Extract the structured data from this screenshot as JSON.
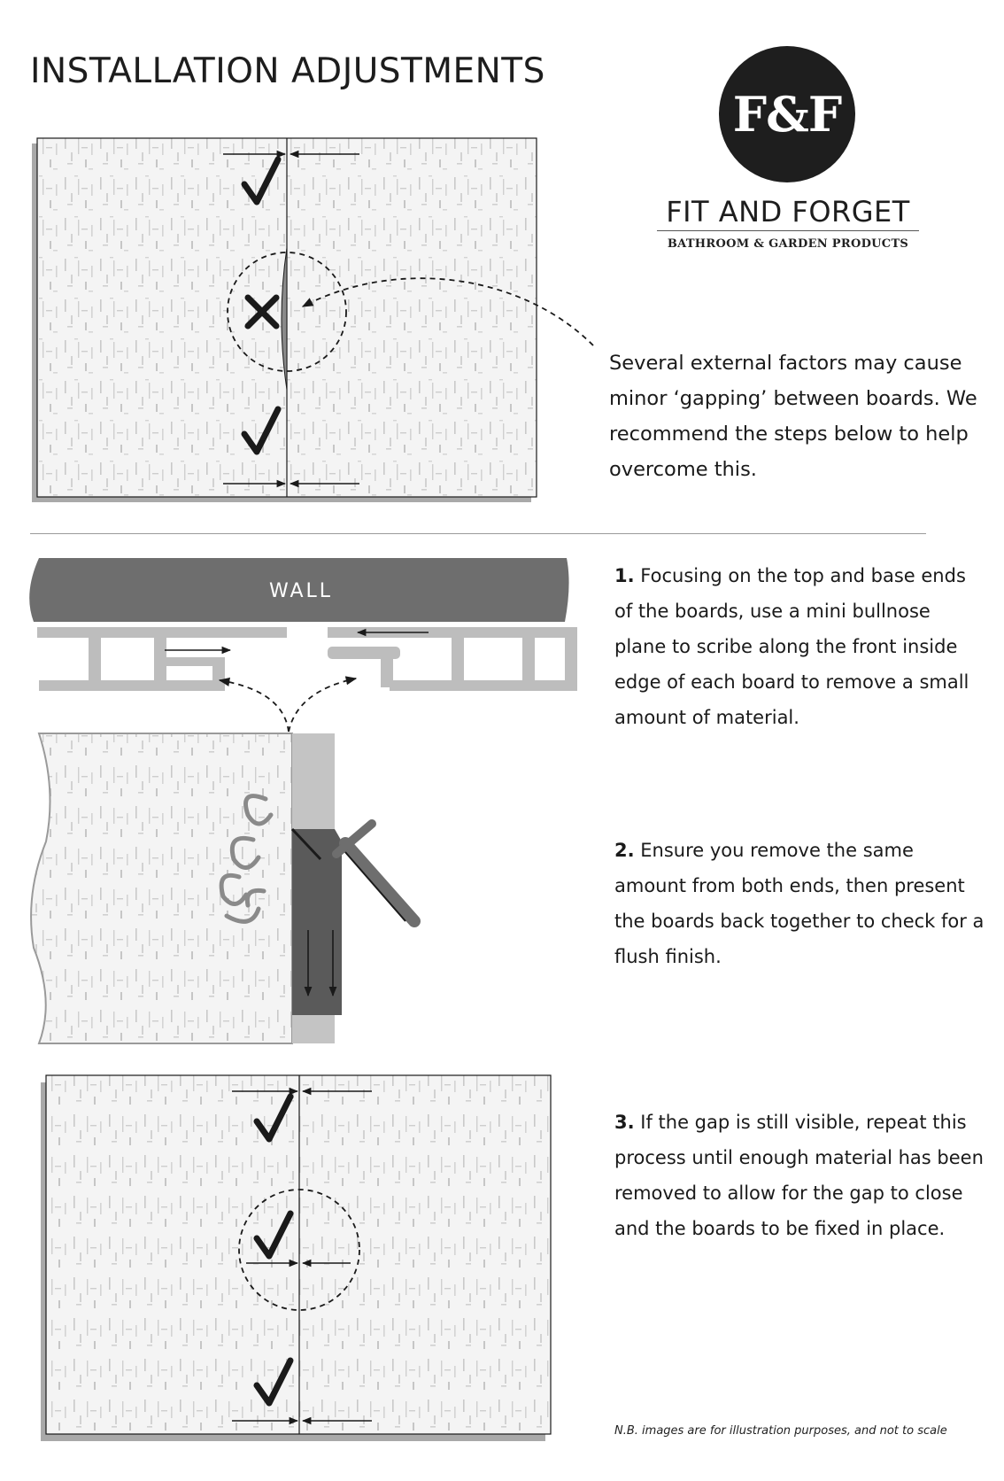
{
  "header": {
    "title": "INSTALLATION ADJUSTMENTS"
  },
  "logo": {
    "mark": "F&F",
    "name": "FIT AND FORGET",
    "tagline": "BATHROOM & GARDEN PRODUCTS"
  },
  "intro": {
    "text": "Several external factors may cause minor ‘gapping’ between boards. We recommend the steps below to help overcome this."
  },
  "diagram_wall": {
    "label": "WALL"
  },
  "steps": [
    {
      "number": "1.",
      "text": "Focusing on the top and base ends of the boards, use a mini bullnose plane to scribe along the front inside edge of each board to remove a small amount of material."
    },
    {
      "number": "2.",
      "text": "Ensure you remove the same amount from both ends, then present the boards back together to check for a flush finish."
    },
    {
      "number": "3.",
      "text": "If the gap is still visible, repeat this process until enough material has been removed to allow for the gap to close and the boards to be fixed in place."
    }
  ],
  "footnote": "N.B. images are for illustration purposes, and not to scale",
  "icons": {
    "tick": "check-icon",
    "cross": "cross-icon",
    "arrow": "arrow-icon"
  },
  "colors": {
    "logo_bg": "#1e1e1e",
    "wall": "#6e6e6e",
    "profile": "#bdbdbd",
    "plane": "#5a5a5a",
    "shadow": "#a9a9a9"
  }
}
